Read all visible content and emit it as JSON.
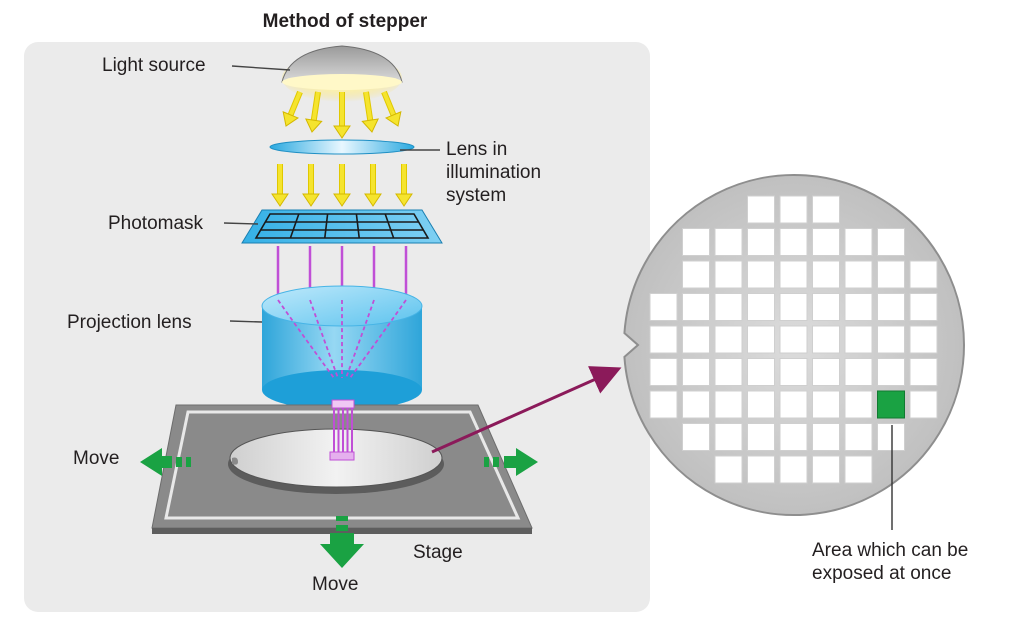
{
  "title": "Method of stepper",
  "labels": {
    "light_source": "Light source",
    "lens_illumination": [
      "Lens in",
      "illumination",
      "system"
    ],
    "photomask": "Photomask",
    "projection_lens": "Projection lens",
    "move_left": "Move",
    "move_down": "Move",
    "stage": "Stage",
    "exposure_area": [
      "Area which can be",
      "exposed at once"
    ]
  },
  "colors": {
    "panel": "#ebebeb",
    "light_ray": "#f5e42e",
    "lens_blue": "#3fb7e6",
    "mask_blue": "#29a8e0",
    "projection_light": "#c04fd6",
    "stage_gray": "#8a8a8a",
    "arrow_green": "#1aa243",
    "pointer_arrow": "#8b1a5a",
    "highlight_die": "#1aa243"
  },
  "icons": [
    "light-source-icon",
    "move-arrow-icon"
  ]
}
